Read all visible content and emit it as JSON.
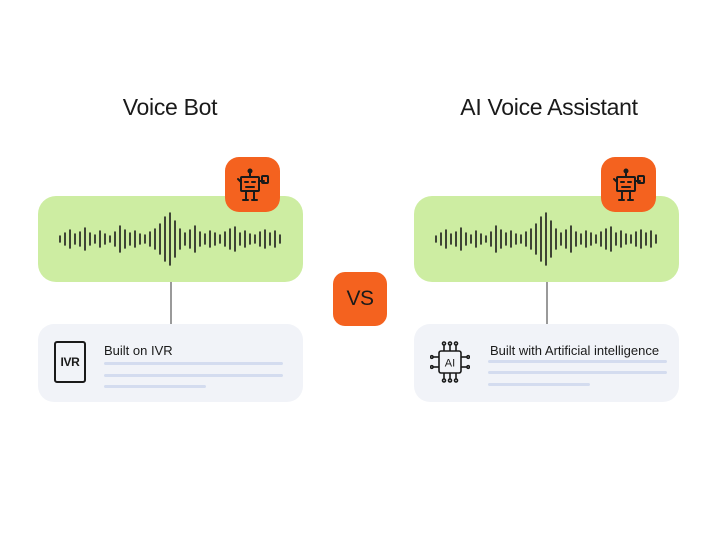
{
  "left": {
    "title": "Voice Bot",
    "info_label": "Built on IVR",
    "icon_text": "IVR",
    "icon": "ivr-document-icon"
  },
  "right": {
    "title": "AI Voice Assistant",
    "info_label": "Built with Artificial intelligence",
    "icon_text": "AI",
    "icon": "ai-chip-icon"
  },
  "vs_label": "VS",
  "colors": {
    "accent_orange": "#f4621f",
    "wave_card_green": "#cdeda2",
    "info_card_gray": "#f1f3f8",
    "placeholder_line": "#d4dcef",
    "ink": "#1a1a1a"
  },
  "bot_icon": "robot-icon",
  "waveform_icon": "sound-waveform-icon"
}
